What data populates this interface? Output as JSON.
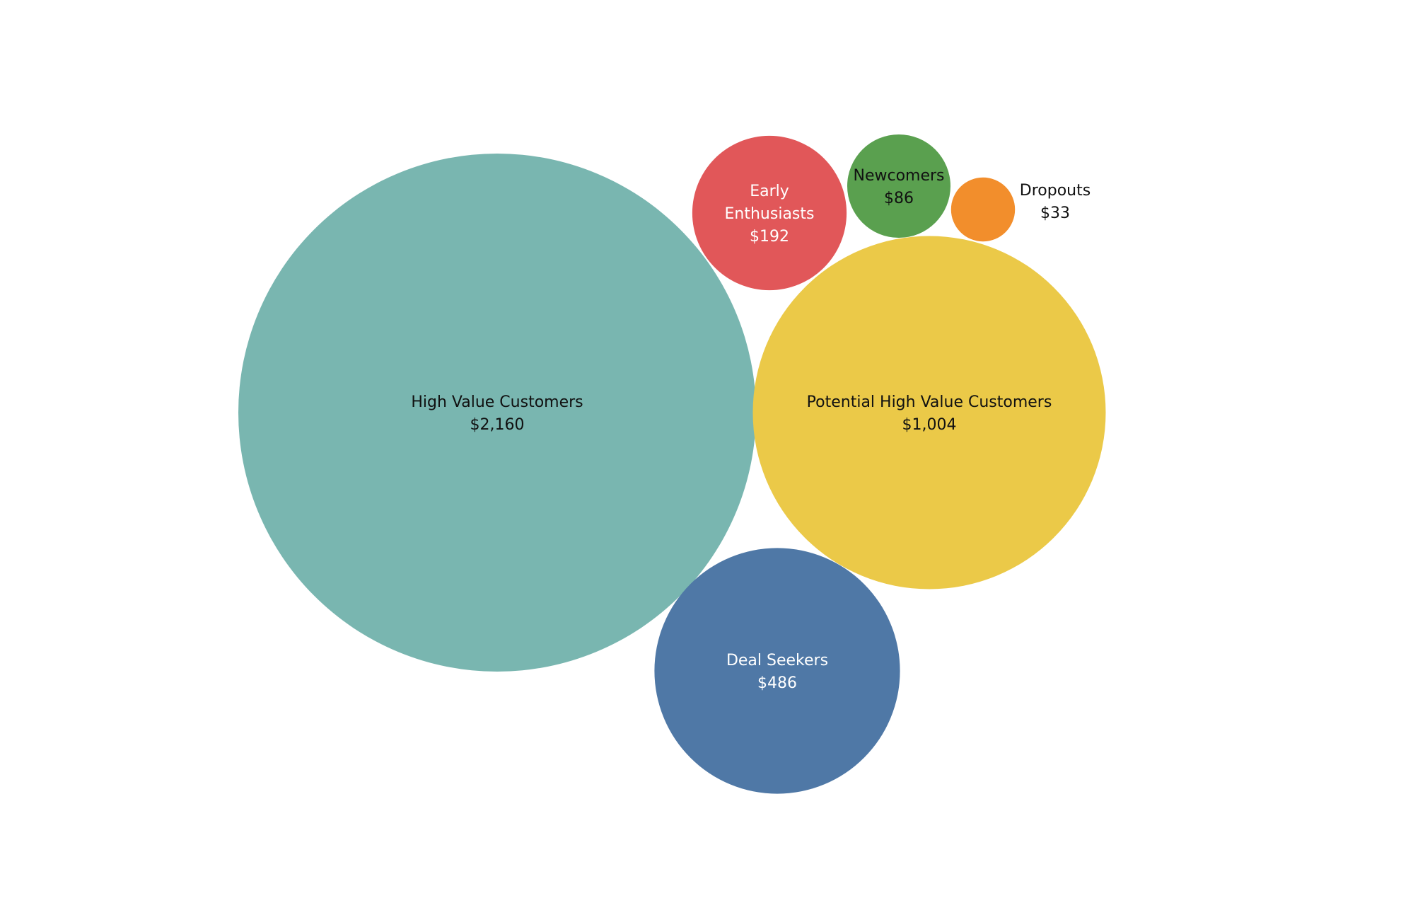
{
  "chart_data": {
    "type": "bubble",
    "title": "",
    "legend": "none",
    "grid": false,
    "value_format": "currency-usd",
    "series": [
      {
        "name": "High Value Customers",
        "label_lines": [
          "High Value Customers"
        ],
        "value": 2160,
        "value_label": "$2,160",
        "color": "#79B6B0",
        "label_color": "#111111"
      },
      {
        "name": "Potential High Value Customers",
        "label_lines": [
          "Potential High Value Customers"
        ],
        "value": 1004,
        "value_label": "$1,004",
        "color": "#EBC948",
        "label_color": "#111111"
      },
      {
        "name": "Deal Seekers",
        "label_lines": [
          "Deal Seekers"
        ],
        "value": 486,
        "value_label": "$486",
        "color": "#4F78A6",
        "label_color": "#FFFFFF"
      },
      {
        "name": "Early Enthusiasts",
        "label_lines": [
          "Early",
          "Enthusiasts"
        ],
        "value": 192,
        "value_label": "$192",
        "color": "#E15759",
        "label_color": "#FFFFFF"
      },
      {
        "name": "Newcomers",
        "label_lines": [
          "Newcomers"
        ],
        "value": 86,
        "value_label": "$86",
        "color": "#5AA04F",
        "label_color": "#111111"
      },
      {
        "name": "Dropouts",
        "label_lines": [
          "Dropouts"
        ],
        "value": 33,
        "value_label": "$33",
        "color": "#F28E2C",
        "label_color": "#111111"
      }
    ]
  }
}
